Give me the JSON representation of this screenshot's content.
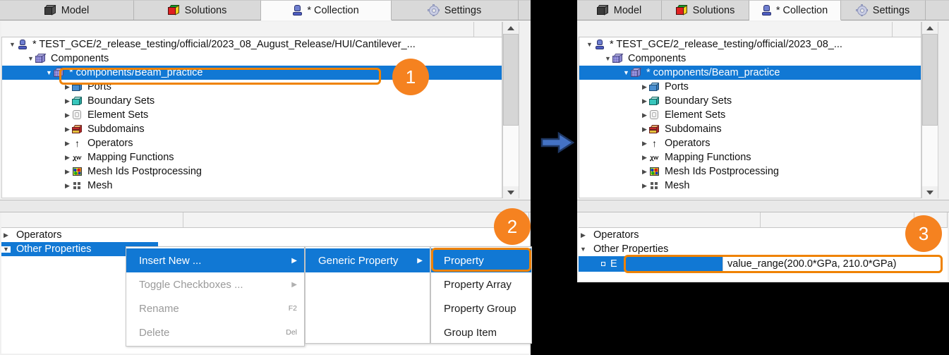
{
  "tabs": [
    {
      "label": "Model",
      "icon": "model-cube-icon",
      "active": false
    },
    {
      "label": "Solutions",
      "icon": "solutions-cube-icon",
      "active": false
    },
    {
      "label": "* Collection",
      "icon": "collection-icon",
      "active": true
    },
    {
      "label": "Settings",
      "icon": "gear-icon",
      "active": false
    }
  ],
  "left_panel": {
    "tree": {
      "root_label": "* TEST_GCE/2_release_testing/official/2023_08_August_Release/HUI/Cantilever_...",
      "nodes": [
        {
          "label": "Components",
          "icon": "components-cube-icon",
          "expander": "down",
          "depth": 1,
          "selected": false
        },
        {
          "label": "* components/Beam_practice",
          "icon": "components-cube-icon",
          "expander": "down",
          "depth": 2,
          "selected": true
        },
        {
          "label": "Ports",
          "icon": "ports-icon",
          "expander": "right",
          "depth": 3,
          "selected": false
        },
        {
          "label": "Boundary Sets",
          "icon": "boundary-sets-icon",
          "expander": "right",
          "depth": 3,
          "selected": false
        },
        {
          "label": "Element Sets",
          "icon": "element-sets-icon",
          "expander": "right",
          "depth": 3,
          "selected": false
        },
        {
          "label": "Subdomains",
          "icon": "subdomains-icon",
          "expander": "right",
          "depth": 3,
          "selected": false
        },
        {
          "label": "Operators",
          "icon": "operators-arrow-icon",
          "expander": "right",
          "depth": 3,
          "selected": false
        },
        {
          "label": "Mapping Functions",
          "icon": "mapping-functions-icon",
          "expander": "right",
          "depth": 3,
          "selected": false
        },
        {
          "label": "Mesh Ids Postprocessing",
          "icon": "heatmap-icon",
          "expander": "right",
          "depth": 3,
          "selected": false
        },
        {
          "label": "Mesh",
          "icon": "mesh-grid-icon",
          "expander": "right",
          "depth": 3,
          "selected": false
        }
      ]
    },
    "properties": [
      {
        "label": "Operators",
        "expander": "right"
      },
      {
        "label": "Other Properties",
        "expander": "down"
      }
    ]
  },
  "context_menu": {
    "items": [
      {
        "label": "Insert New ...",
        "accel": "",
        "submenu": true,
        "highlighted": true,
        "disabled": false
      },
      {
        "label": "Toggle Checkboxes ...",
        "accel": "",
        "submenu": true,
        "highlighted": false,
        "disabled": true
      },
      {
        "label": "Rename",
        "accel": "F2",
        "submenu": false,
        "highlighted": false,
        "disabled": true
      },
      {
        "label": "Delete",
        "accel": "Del",
        "submenu": false,
        "highlighted": false,
        "disabled": true
      }
    ]
  },
  "submenu_1": {
    "items": [
      {
        "label": "Generic Property",
        "submenu": true,
        "highlighted": true
      }
    ]
  },
  "submenu_2": {
    "items": [
      {
        "label": "Property",
        "highlighted": true
      },
      {
        "label": "Property Array",
        "highlighted": false
      },
      {
        "label": "Property Group",
        "highlighted": false
      },
      {
        "label": "Group Item",
        "highlighted": false
      }
    ]
  },
  "right_panel": {
    "tree": {
      "root_label": "* TEST_GCE/2_release_testing/official/2023_08_...",
      "nodes": [
        {
          "label": "Components",
          "icon": "components-cube-icon",
          "expander": "down",
          "depth": 1,
          "selected": false
        },
        {
          "label": "* components/Beam_practice",
          "icon": "components-cube-icon",
          "expander": "down",
          "depth": 2,
          "selected": true
        },
        {
          "label": "Ports",
          "icon": "ports-icon",
          "expander": "right",
          "depth": 3,
          "selected": false
        },
        {
          "label": "Boundary Sets",
          "icon": "boundary-sets-icon",
          "expander": "right",
          "depth": 3,
          "selected": false
        },
        {
          "label": "Element Sets",
          "icon": "element-sets-icon",
          "expander": "right",
          "depth": 3,
          "selected": false
        },
        {
          "label": "Subdomains",
          "icon": "subdomains-icon",
          "expander": "right",
          "depth": 3,
          "selected": false
        },
        {
          "label": "Operators",
          "icon": "operators-arrow-icon",
          "expander": "right",
          "depth": 3,
          "selected": false
        },
        {
          "label": "Mapping Functions",
          "icon": "mapping-functions-icon",
          "expander": "right",
          "depth": 3,
          "selected": false
        },
        {
          "label": "Mesh Ids Postprocessing",
          "icon": "heatmap-icon",
          "expander": "right",
          "depth": 3,
          "selected": false
        },
        {
          "label": "Mesh",
          "icon": "mesh-grid-icon",
          "expander": "right",
          "depth": 3,
          "selected": false
        }
      ]
    },
    "properties": [
      {
        "label": "Operators",
        "expander": "right"
      },
      {
        "label": "Other Properties",
        "expander": "down"
      }
    ],
    "new_property_row": {
      "name": "E",
      "value": "value_range(200.0*GPa, 210.0*GPa)"
    }
  },
  "annotations": {
    "badges": [
      "1",
      "2",
      "3"
    ],
    "flow_arrow": "right-arrow-icon",
    "accent_color": "#f58220",
    "selection_color": "#1178d4"
  }
}
